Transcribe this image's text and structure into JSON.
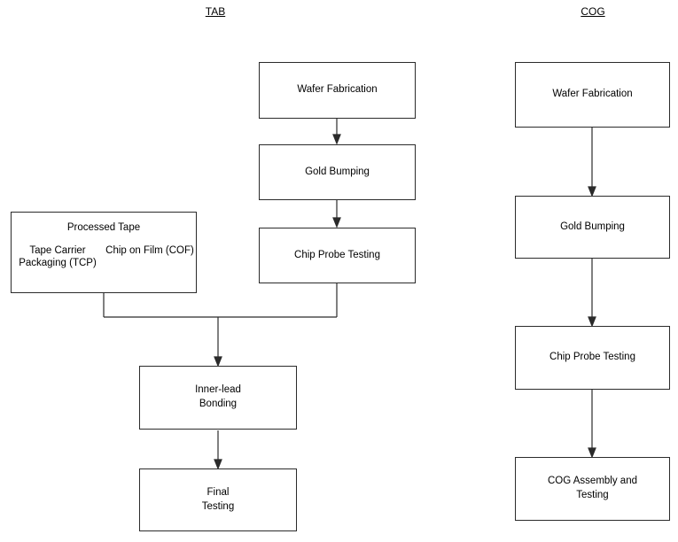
{
  "diagram": {
    "columns": [
      {
        "id": "tab",
        "title": "TAB"
      },
      {
        "id": "cog",
        "title": "COG"
      }
    ],
    "tab_nodes": [
      {
        "id": "wafer-fabrication",
        "label": "Wafer Fabrication"
      },
      {
        "id": "gold-bumping",
        "label": "Gold Bumping"
      },
      {
        "id": "chip-probe-testing",
        "label": "Chip Probe Testing"
      },
      {
        "id": "inner-lead-bonding",
        "line1": "Inner-lead",
        "line2": "Bonding"
      },
      {
        "id": "final-testing",
        "line1": "Final",
        "line2": "Testing"
      }
    ],
    "processed_tape": {
      "title": "Processed Tape",
      "left": {
        "line1": "Tape Carrier",
        "line2": "Packaging",
        "line3": "(TCP)"
      },
      "right": {
        "line1": "Chip on",
        "line2": "Film",
        "line3": "(COF)"
      }
    },
    "cog_nodes": [
      {
        "id": "wafer-fabrication",
        "label": "Wafer Fabrication"
      },
      {
        "id": "gold-bumping",
        "label": "Gold Bumping"
      },
      {
        "id": "chip-probe-testing",
        "label": "Chip Probe Testing"
      },
      {
        "id": "cog-assembly-and-testing",
        "line1": "COG Assembly and",
        "line2": "Testing"
      }
    ],
    "colors": {
      "stroke": "#2b2b2b",
      "background": "#ffffff",
      "text": "#000000"
    }
  }
}
